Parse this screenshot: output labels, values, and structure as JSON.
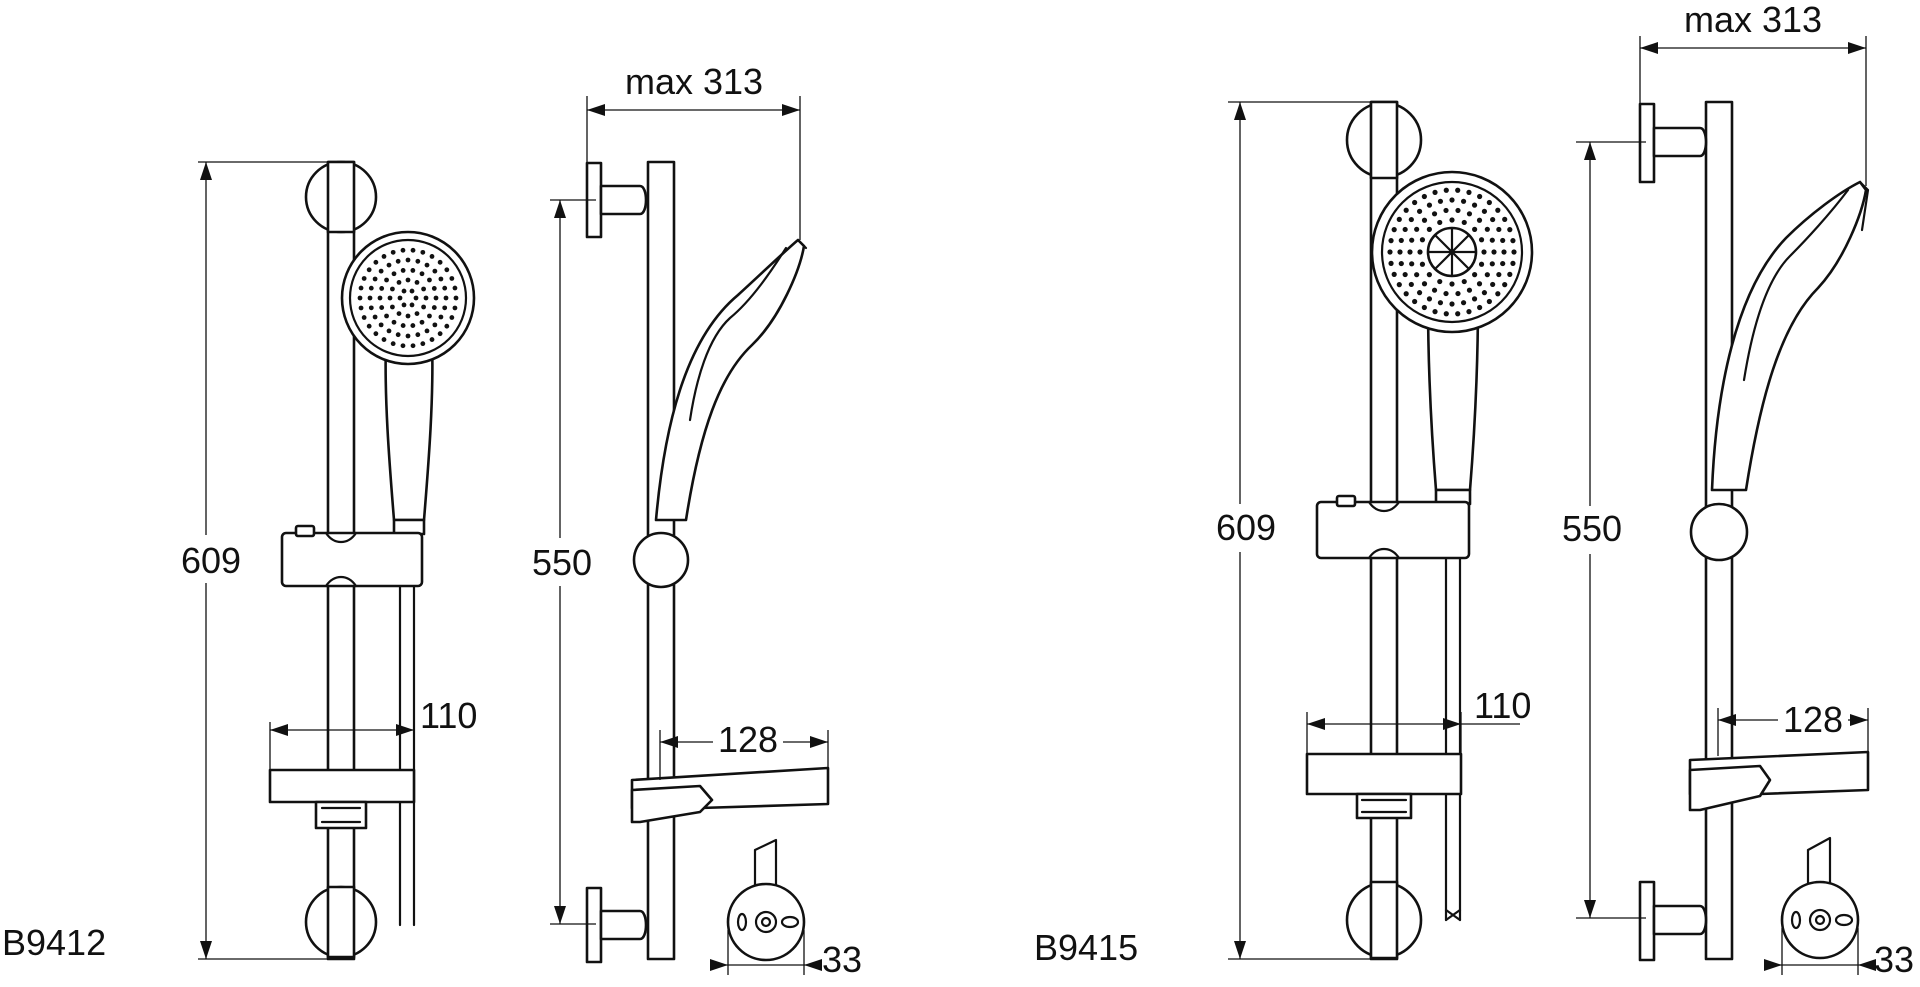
{
  "models": {
    "left": {
      "code": "B9412"
    },
    "right": {
      "code": "B9415"
    }
  },
  "dimensions": {
    "left_front_height": "609",
    "left_front_soap_width": "110",
    "left_side_bracket_spacing": "550",
    "left_side_reach": "max 313",
    "left_side_shelf_depth": "128",
    "left_detail_diameter": "33",
    "right_front_height": "609",
    "right_front_soap_width": "110",
    "right_side_bracket_spacing": "550",
    "right_side_reach": "max 313",
    "right_side_shelf_depth": "128",
    "right_detail_diameter": "33"
  }
}
